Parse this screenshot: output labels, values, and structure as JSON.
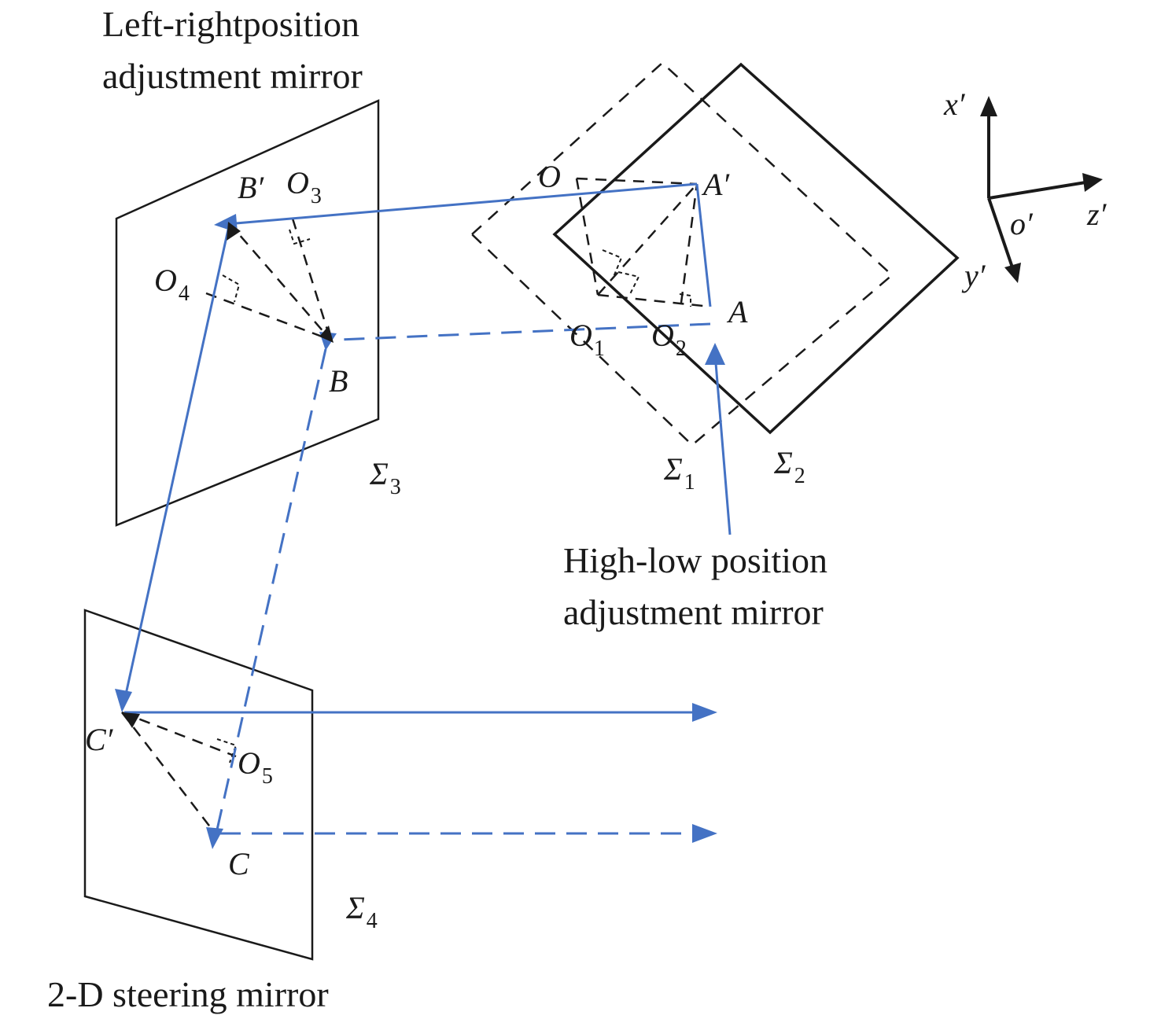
{
  "captions": {
    "left_right_line1": "Left-rightposition",
    "left_right_line2": "adjustment mirror",
    "high_low_line1": "High-low position",
    "high_low_line2": "adjustment mirror",
    "steering": "2-D steering mirror"
  },
  "points": {
    "O": "O",
    "A_prime": "A′",
    "A": "A",
    "O1": "O",
    "O1_sub": "1",
    "O2": "O",
    "O2_sub": "2",
    "B_prime": "B′",
    "O3": "O",
    "O3_sub": "3",
    "O4": "O",
    "O4_sub": "4",
    "B": "B",
    "C_prime": "C′",
    "O5": "O",
    "O5_sub": "5",
    "C": "C"
  },
  "planes": {
    "sigma1": "Σ",
    "sigma1_sub": "1",
    "sigma2": "Σ",
    "sigma2_sub": "2",
    "sigma3": "Σ",
    "sigma3_sub": "3",
    "sigma4": "Σ",
    "sigma4_sub": "4"
  },
  "axes": {
    "x": "x′",
    "z": "z′",
    "y": "y′",
    "origin": "o′"
  },
  "colors": {
    "beam": "#4472c4",
    "line": "#1a1a1a"
  }
}
